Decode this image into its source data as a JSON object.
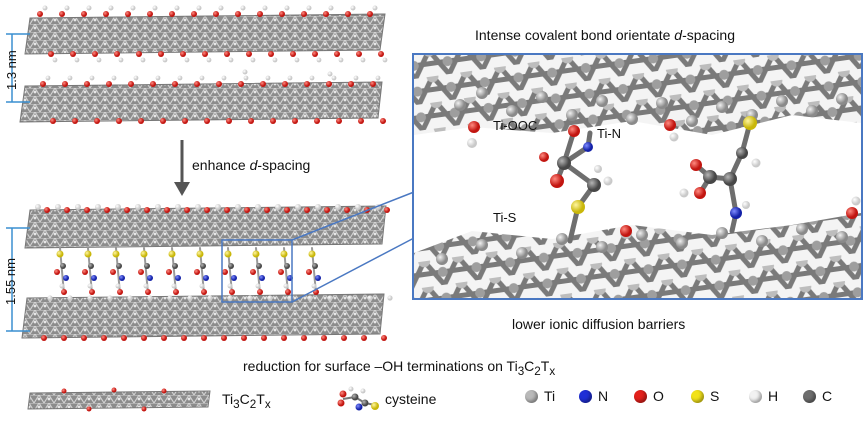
{
  "labels": {
    "enhance_prefix": "enhance ",
    "enhance_italic": "d",
    "enhance_suffix": "-spacing",
    "title_prefix": "Intense covalent bond orientate ",
    "title_italic": "d",
    "title_suffix": "-spacing",
    "lower_barriers": "lower ionic diffusion barriers",
    "reduction_prefix": "reduction for surface –OH terminations on Ti",
    "reduction_sub3": "3",
    "reduction_mid": "C",
    "reduction_sub2": "2",
    "reduction_T": "T",
    "reduction_subx": "x",
    "spacing_top": "1.3 nm",
    "spacing_bottom": "1.55 nm",
    "bond_ti_oooc": "Ti-OOC",
    "bond_ti_n": "Ti-N",
    "bond_ti_s": "Ti-S"
  },
  "legend": {
    "mxene_Ti": "Ti",
    "mxene_sub3": "3",
    "mxene_C": "C",
    "mxene_sub2": "2",
    "mxene_T": "T",
    "mxene_subx": "x",
    "cysteine": "cysteine",
    "atoms": [
      {
        "symbol": "Ti",
        "color": "#b9b9b9"
      },
      {
        "symbol": "N",
        "color": "#1f2fd6"
      },
      {
        "symbol": "O",
        "color": "#e3201b"
      },
      {
        "symbol": "S",
        "color": "#f2e21a"
      },
      {
        "symbol": "H",
        "color": "#f2f2f2"
      },
      {
        "symbol": "C",
        "color": "#6e6e6e"
      }
    ]
  },
  "colors": {
    "frame": "#4a78c2",
    "dimension": "#3a8fd0",
    "arrow": "#555555"
  }
}
